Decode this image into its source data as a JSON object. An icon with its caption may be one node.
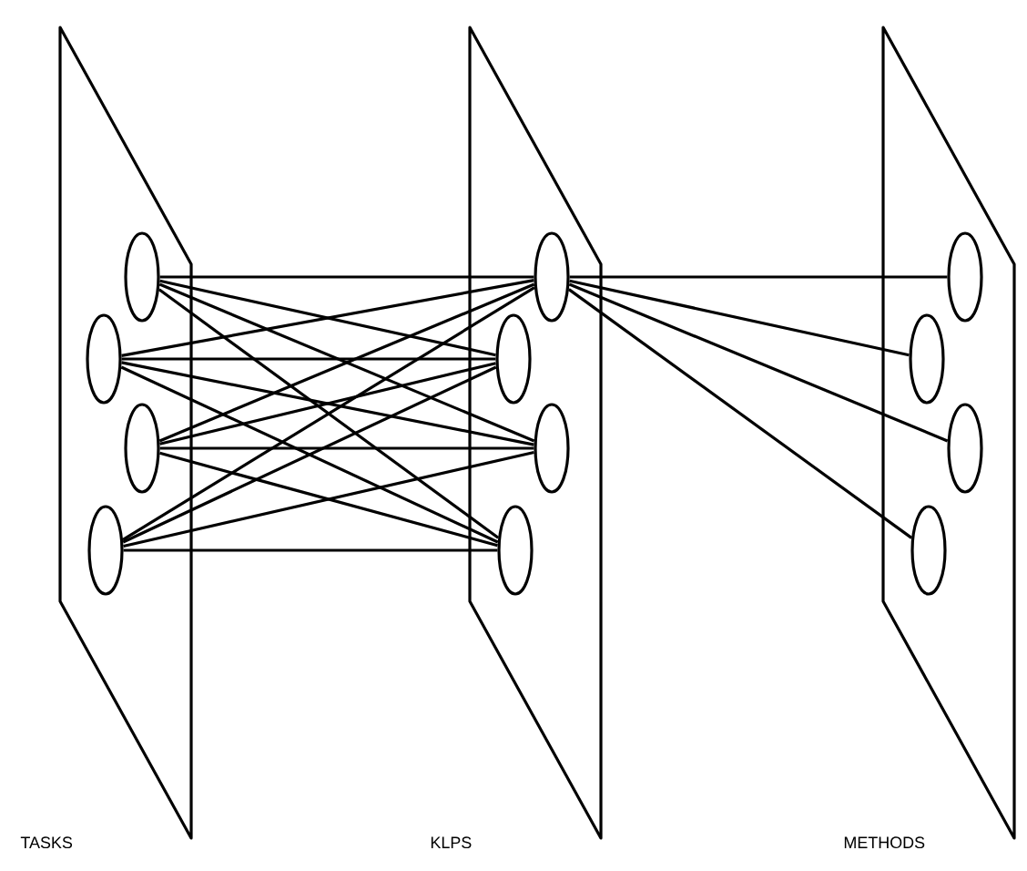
{
  "diagram": {
    "nodes": [
      {
        "text": [
          "TASKS"
        ]
      },
      {
        "text": [],
        "shape": "ellipse",
        "in": 0
      },
      {
        "text": [],
        "shape": "ellipse",
        "in": 0
      },
      {
        "text": [],
        "shape": "ellipse",
        "in": 0
      },
      {
        "text": [],
        "shape": "ellipse",
        "in": 0
      },
      {
        "text": [
          "KLPS"
        ]
      },
      {
        "text": [],
        "shape": "ellipse",
        "in": 5
      },
      {
        "text": [],
        "shape": "ellipse",
        "in": 5
      },
      {
        "text": [],
        "shape": "ellipse",
        "in": 5
      },
      {
        "text": [],
        "shape": "ellipse",
        "in": 5
      },
      {
        "text": [
          "METHODS"
        ]
      },
      {
        "text": [],
        "shape": "ellipse",
        "in": 10
      },
      {
        "text": [],
        "shape": "ellipse",
        "in": 10
      },
      {
        "text": [],
        "shape": "ellipse",
        "in": 10
      },
      {
        "text": [],
        "shape": "ellipse",
        "in": 10
      }
    ],
    "edges": [
      {
        "from": 1,
        "to": 6,
        "arrow": "none"
      },
      {
        "from": 1,
        "to": 7,
        "arrow": "none"
      },
      {
        "from": 1,
        "to": 8,
        "arrow": "none"
      },
      {
        "from": 1,
        "to": 9,
        "arrow": "none"
      },
      {
        "from": 2,
        "to": 6,
        "arrow": "none"
      },
      {
        "from": 2,
        "to": 7,
        "arrow": "none"
      },
      {
        "from": 2,
        "to": 8,
        "arrow": "none"
      },
      {
        "from": 2,
        "to": 9,
        "arrow": "none"
      },
      {
        "from": 3,
        "to": 6,
        "arrow": "none"
      },
      {
        "from": 3,
        "to": 7,
        "arrow": "none"
      },
      {
        "from": 3,
        "to": 8,
        "arrow": "none"
      },
      {
        "from": 3,
        "to": 9,
        "arrow": "none"
      },
      {
        "from": 4,
        "to": 6,
        "arrow": "none"
      },
      {
        "from": 4,
        "to": 7,
        "arrow": "none"
      },
      {
        "from": 4,
        "to": 8,
        "arrow": "none"
      },
      {
        "from": 4,
        "to": 9,
        "arrow": "none"
      },
      {
        "from": 6,
        "to": 11,
        "arrow": "none"
      },
      {
        "from": 6,
        "to": 12,
        "arrow": "none"
      },
      {
        "from": 6,
        "to": 13,
        "arrow": "none"
      },
      {
        "from": 6,
        "to": 14,
        "arrow": "none"
      }
    ]
  }
}
